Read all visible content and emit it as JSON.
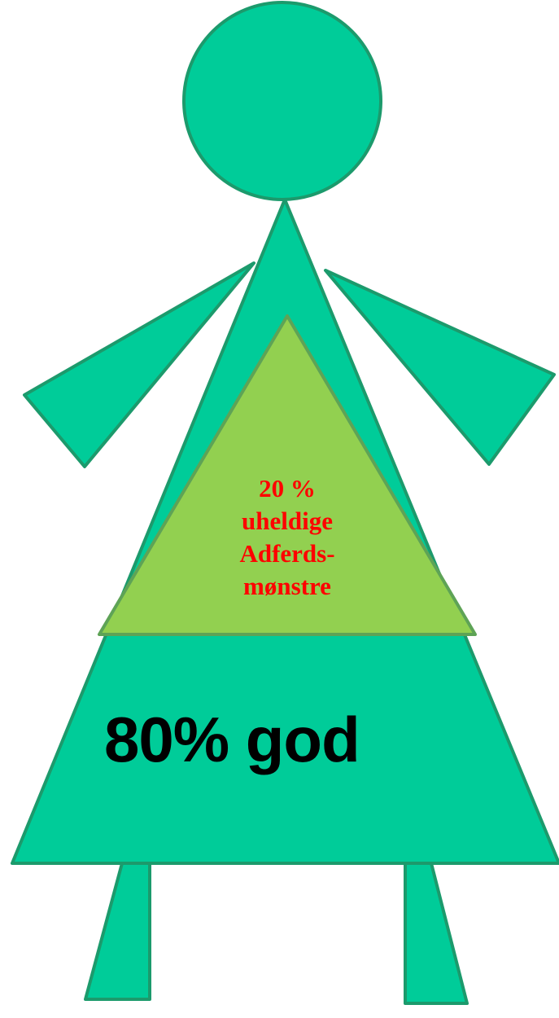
{
  "colors": {
    "figure_fill": "#00CC99",
    "figure_stroke": "#1C9A6C",
    "inner_fill": "#92D050",
    "inner_stroke": "#5EA356",
    "inner_text": "#FF0000",
    "outer_text": "#000000"
  },
  "inner_triangle": {
    "label_lines": [
      "20 %",
      "uheldige",
      "Adferds-",
      "mønstre"
    ]
  },
  "outer_triangle": {
    "label": "80% god"
  }
}
